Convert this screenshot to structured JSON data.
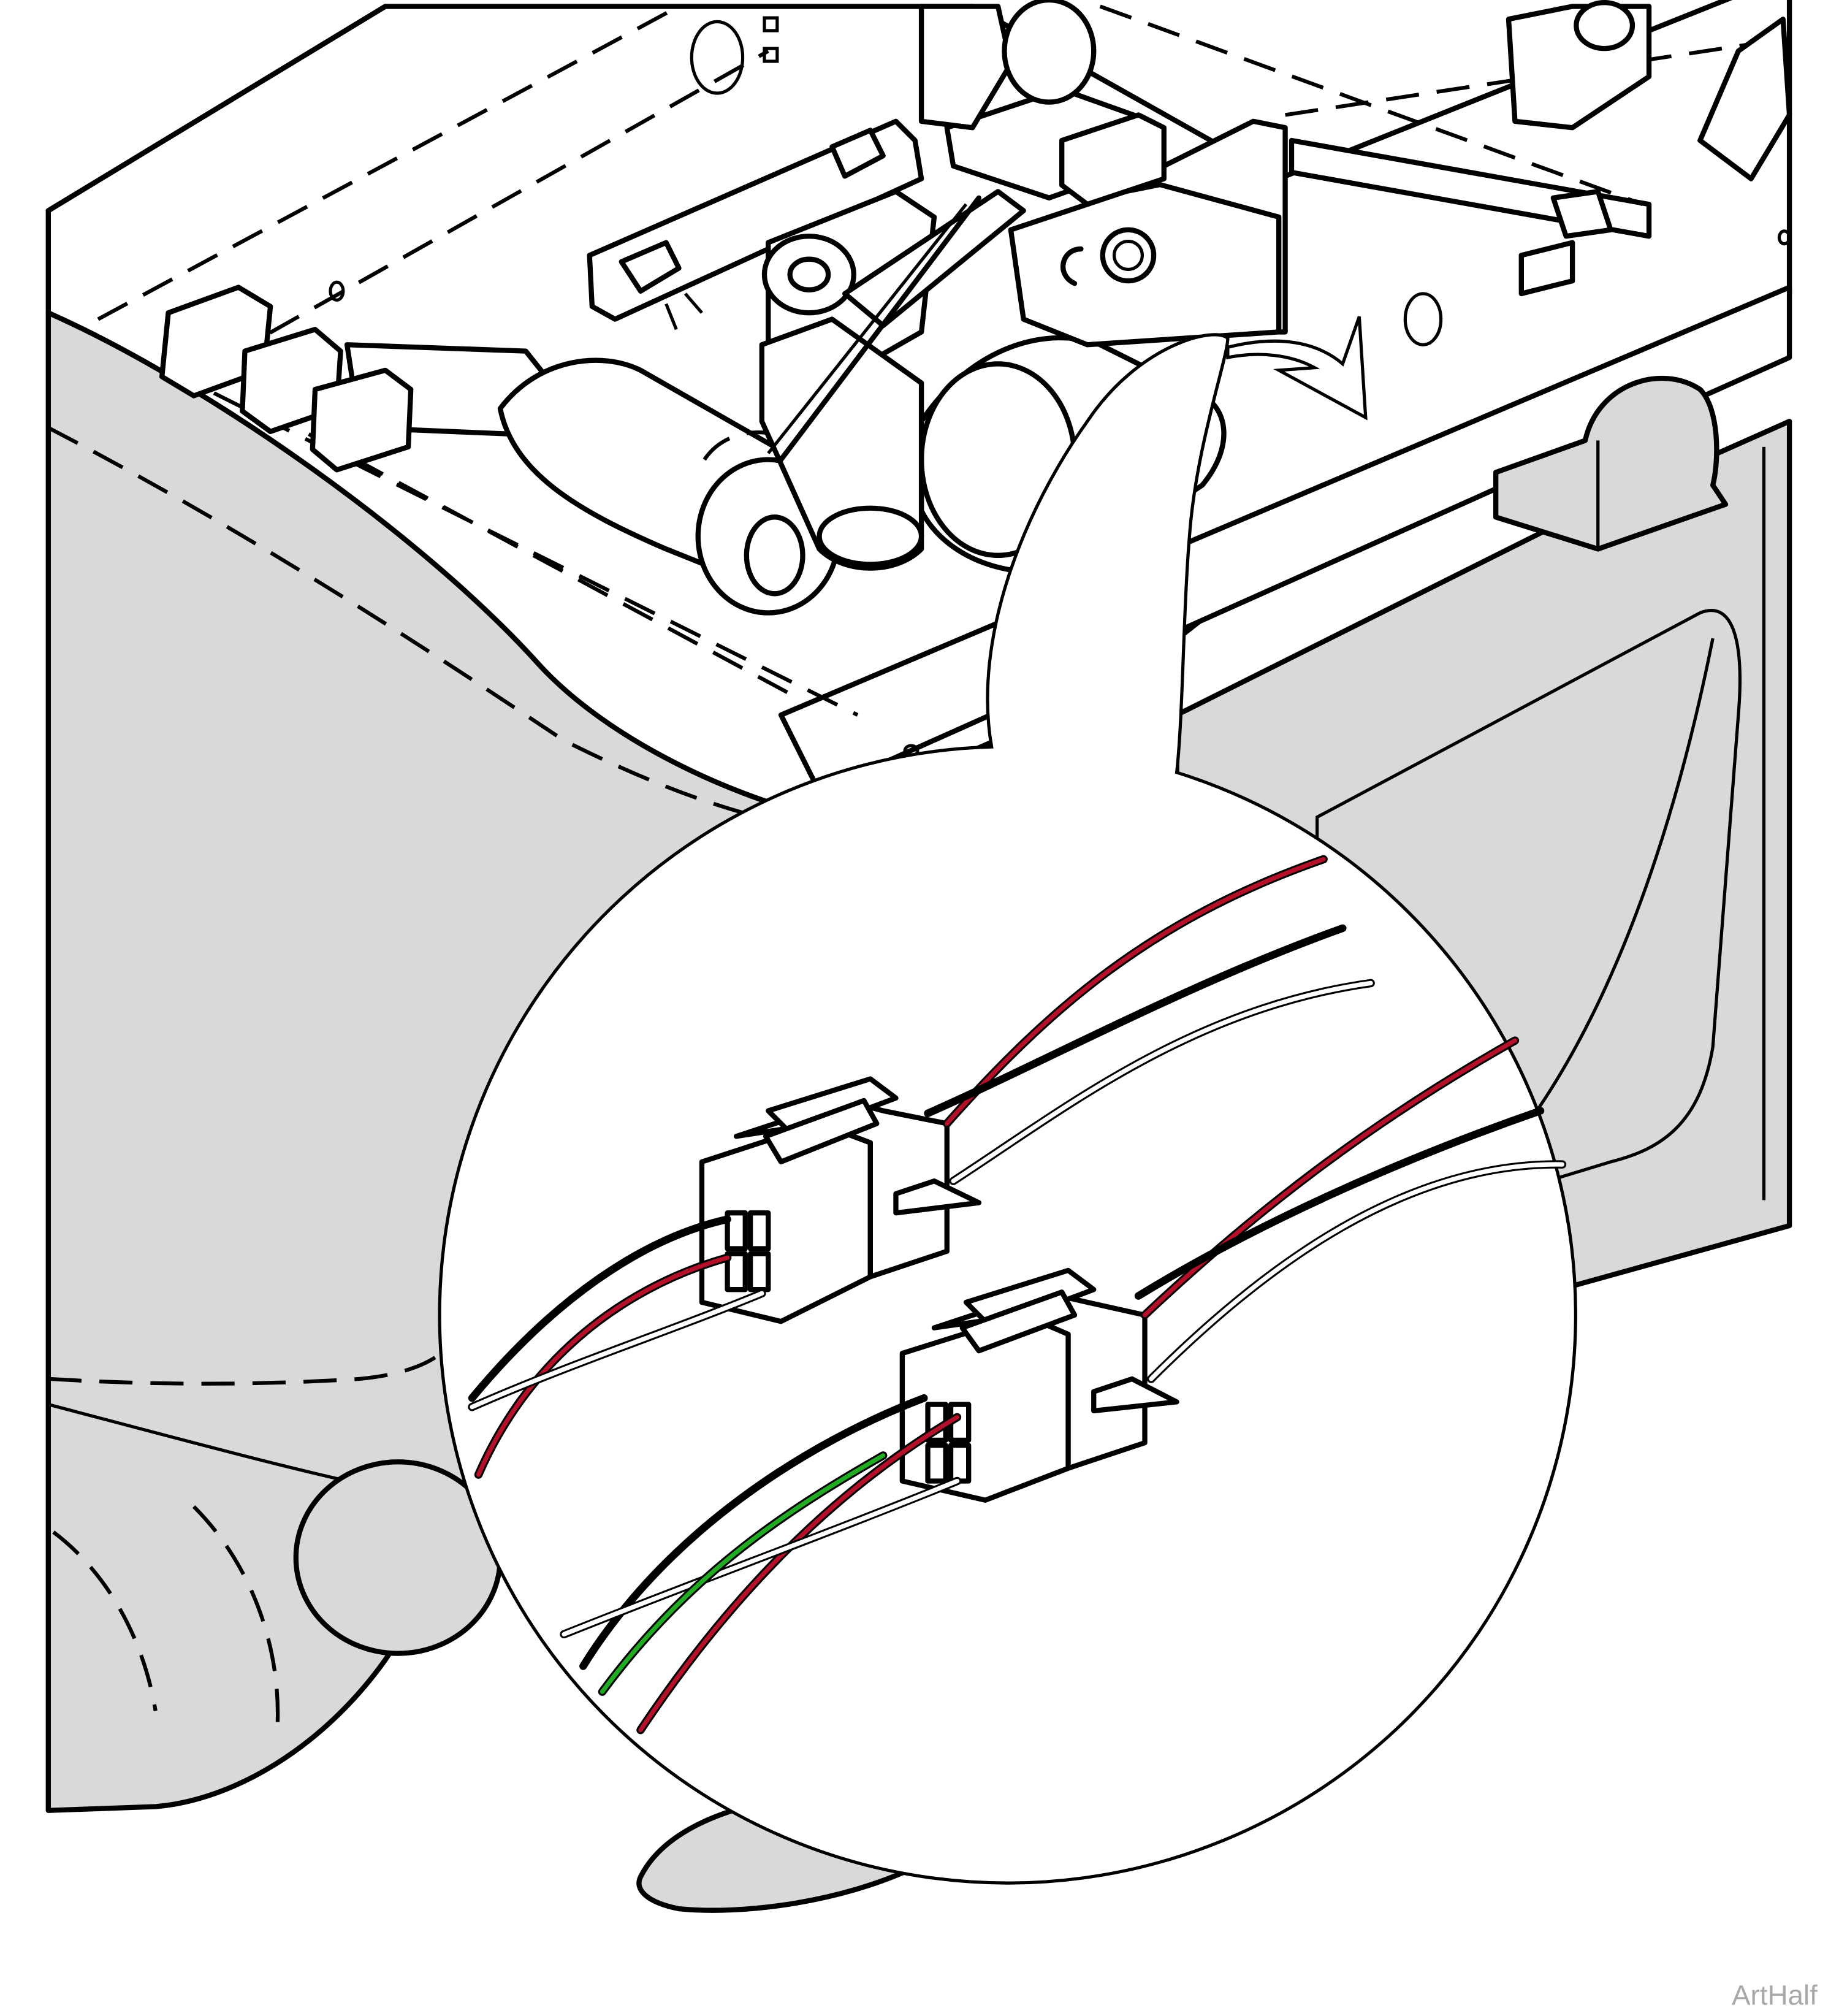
{
  "figure": {
    "caption": "ArtHalf"
  },
  "colors": {
    "housing_gray": "#d9d9d9",
    "background": "#ffffff",
    "outline": "#000000",
    "wire_red": "#b3102a",
    "wire_black": "#000000",
    "wire_white": "#ffffff",
    "wire_green": "#22aa22",
    "caption_gray": "#a8a8a8"
  },
  "callout": {
    "upper_connector": {
      "wire_colors": [
        "black",
        "red",
        "white"
      ]
    },
    "lower_connector": {
      "wire_colors": [
        "black",
        "red",
        "white",
        "green"
      ]
    }
  }
}
